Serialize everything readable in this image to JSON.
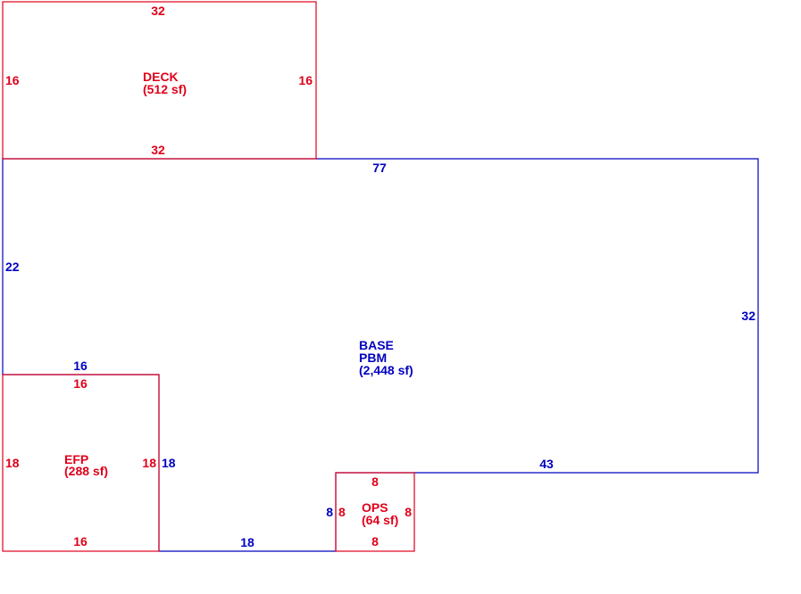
{
  "colors": {
    "base": "#0000c0",
    "addition": "#e0001a"
  },
  "areas": {
    "deck": {
      "name": "DECK",
      "area": "(512 sf)",
      "dims": {
        "top": "32",
        "left": "16",
        "right": "16",
        "bottom": "32"
      }
    },
    "base": {
      "name": "BASE",
      "subname": "PBM",
      "area": "(2,448 sf)",
      "dims": {
        "top": "77",
        "left": "22",
        "right": "32",
        "step": "43",
        "efp_top": "16",
        "efp_right": "18",
        "bottom": "18",
        "ops_left": "8"
      }
    },
    "efp": {
      "name": "EFP",
      "area": "(288 sf)",
      "dims": {
        "top": "16",
        "left": "18",
        "right": "18",
        "bottom": "16"
      }
    },
    "ops": {
      "name": "OPS",
      "area": "(64 sf)",
      "dims": {
        "top": "8",
        "left": "8",
        "right": "8",
        "bottom": "8"
      }
    }
  }
}
